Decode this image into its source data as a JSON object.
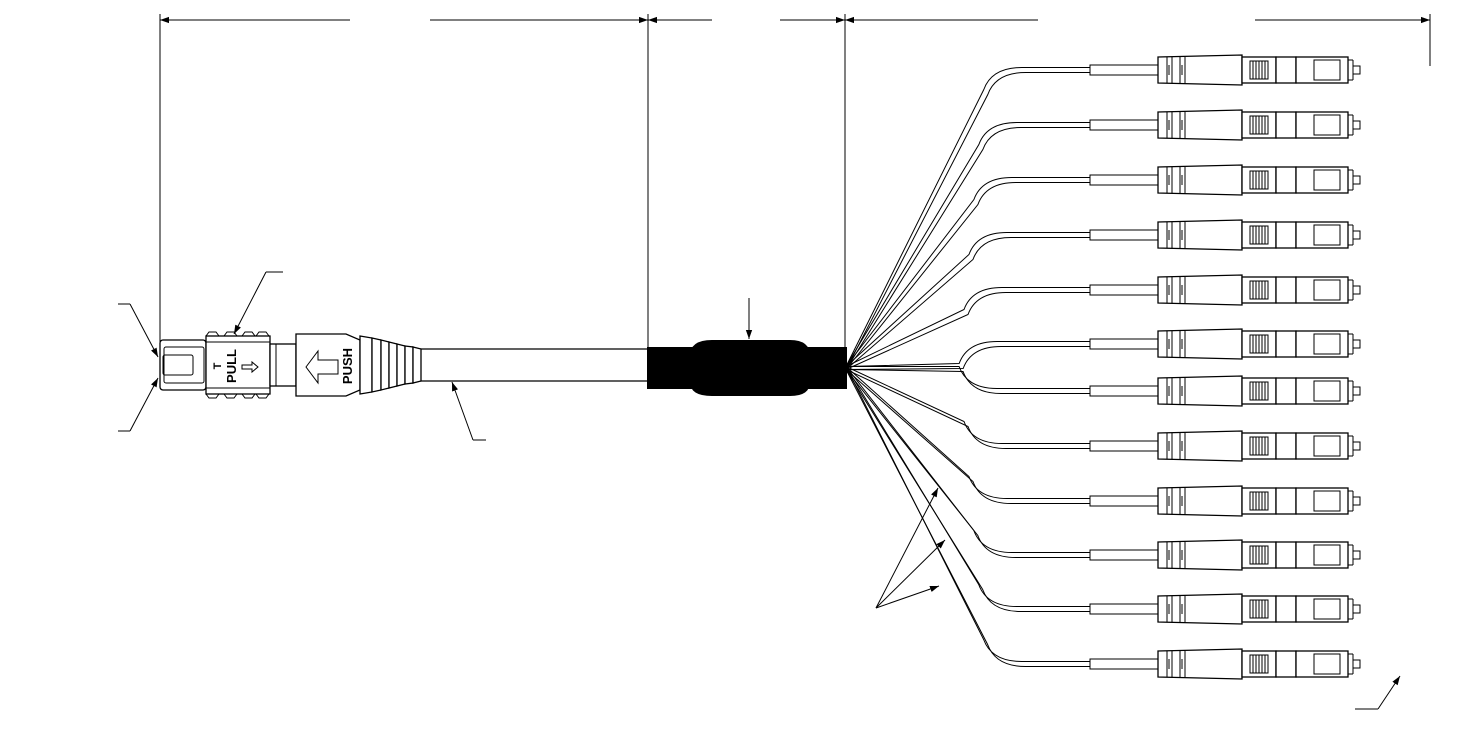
{
  "diagram": {
    "mpo_connector": {
      "pull_label": "PULL",
      "key_label": "T",
      "push_label": "PUSH"
    },
    "breakout_leg_count": 12,
    "colors": {
      "line": "#000000",
      "breakout_boot": "#000000",
      "background": "#ffffff"
    }
  }
}
